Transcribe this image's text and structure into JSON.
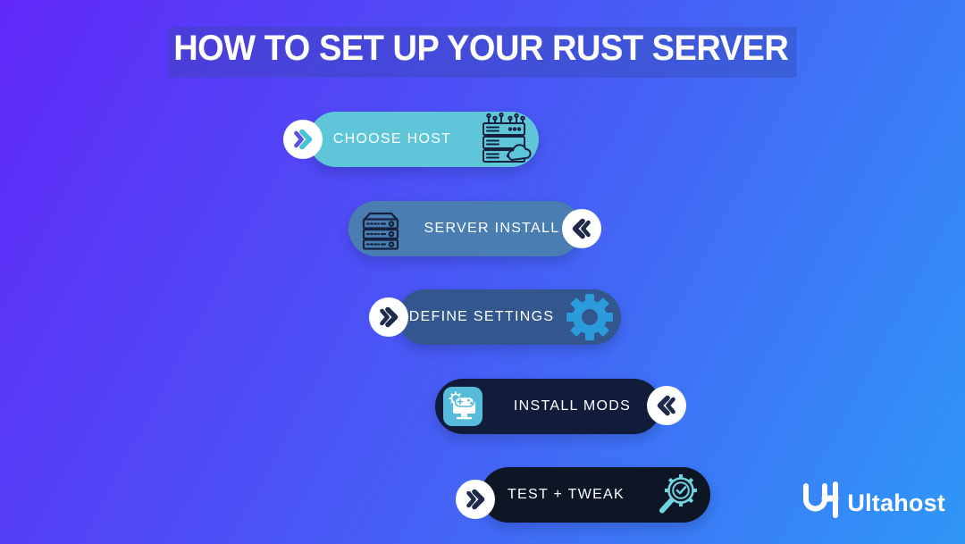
{
  "title": "HOW TO SET UP YOUR RUST SERVER",
  "steps": [
    {
      "label": "CHOOSE HOST",
      "icon": "server-cloud-icon",
      "pill_color": "#5fc6d9",
      "arrow_side": "left",
      "arrow_direction": "right"
    },
    {
      "label": "SERVER INSTALL",
      "icon": "server-rack-icon",
      "pill_color": "#4a7eb2",
      "arrow_side": "right",
      "arrow_direction": "left"
    },
    {
      "label": "DEFINE SETTINGS",
      "icon": "gear-icon",
      "pill_color": "#32568d",
      "arrow_side": "left",
      "arrow_direction": "right"
    },
    {
      "label": "INSTALL MODS",
      "icon": "game-mod-icon",
      "pill_color": "#111c3b",
      "arrow_side": "right",
      "arrow_direction": "left"
    },
    {
      "label": "TEST + TWEAK",
      "icon": "magnifier-gear-check-icon",
      "pill_color": "#0e1524",
      "arrow_side": "left",
      "arrow_direction": "right"
    }
  ],
  "logo": {
    "monogram": "UH",
    "name": "Ultahost"
  },
  "colors": {
    "background_gradient_start": "#6128f8",
    "background_gradient_end": "#2f97f7",
    "title_highlight": "rgba(52,72,170,0.38)",
    "arrow_purple": "#5b50e6",
    "arrow_teal": "#46c2da",
    "arrow_dark_navy": "#1e2a4a",
    "gear_blue": "#2b9bdc",
    "icon_outline_navy": "#15213f",
    "icon_teal_outline": "#6fd6df",
    "mod_icon_bg": "#56bbda",
    "text_white": "#ffffff"
  }
}
